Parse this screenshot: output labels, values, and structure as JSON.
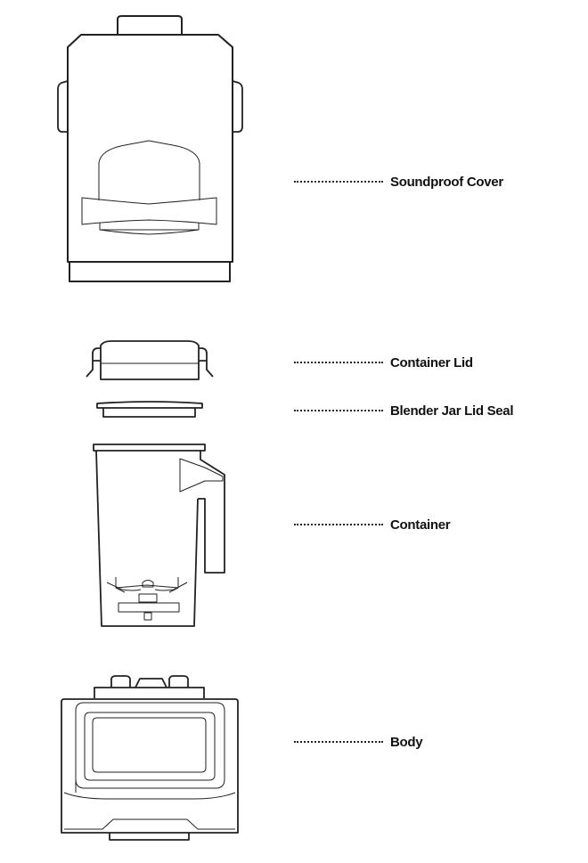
{
  "title": "Blender parts diagram",
  "line_color": "#222222",
  "parts": [
    {
      "id": "soundproof-cover",
      "label": "Soundproof Cover"
    },
    {
      "id": "container-lid",
      "label": "Container Lid"
    },
    {
      "id": "lid-seal",
      "label": "Blender Jar Lid Seal"
    },
    {
      "id": "container",
      "label": "Container"
    },
    {
      "id": "body",
      "label": "Body"
    }
  ]
}
